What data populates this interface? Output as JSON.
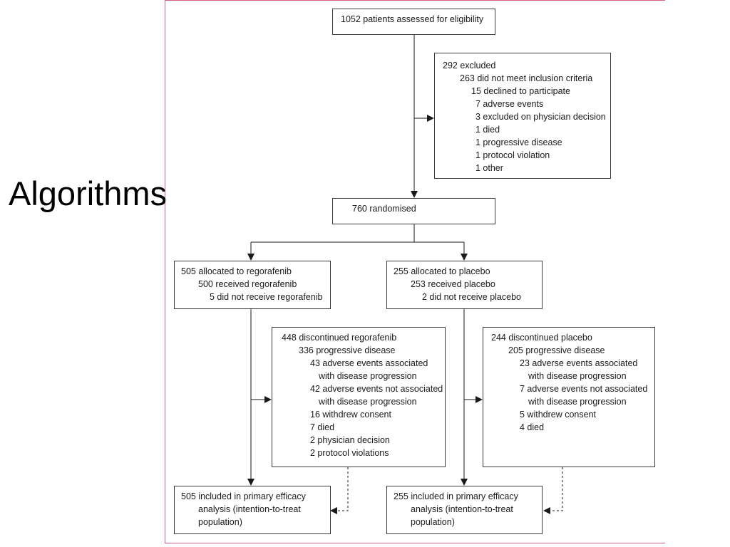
{
  "slide": {
    "title": "Algorithms"
  },
  "diagram": {
    "assessed": "1052 patients assessed for eligibility",
    "excluded": {
      "lines": [
        "292 excluded",
        "263 did not meet inclusion criteria",
        "15 declined to participate",
        "7 adverse events",
        "3 excluded on physician decision",
        "1 died",
        "1 progressive disease",
        "1 protocol violation",
        "1 other"
      ]
    },
    "randomised": "760 randomised",
    "regorafenib_alloc": {
      "lines": [
        "505 allocated to regorafenib",
        "500 received regorafenib",
        "5 did not receive regorafenib"
      ]
    },
    "placebo_alloc": {
      "lines": [
        "255 allocated to placebo",
        "253 received placebo",
        "2 did not receive placebo"
      ]
    },
    "regorafenib_disc": {
      "lines": [
        "448 discontinued regorafenib",
        "336 progressive disease",
        "43 adverse events associated",
        "with disease progression",
        "42 adverse events not associated",
        "with disease progression",
        "16 withdrew consent",
        "7 died",
        "2 physician decision",
        "2 protocol violations"
      ]
    },
    "placebo_disc": {
      "lines": [
        "244 discontinued placebo",
        "205 progressive disease",
        "23 adverse events associated",
        "with disease progression",
        "7 adverse events not associated",
        "with disease progression",
        "5 withdrew consent",
        "4 died"
      ]
    },
    "regorafenib_itt": {
      "lines": [
        "505 included in primary efficacy",
        "analysis (intention-to-treat",
        "population)"
      ]
    },
    "placebo_itt": {
      "lines": [
        "255 included in primary efficacy",
        "analysis (intention-to-treat",
        "population)"
      ]
    }
  }
}
